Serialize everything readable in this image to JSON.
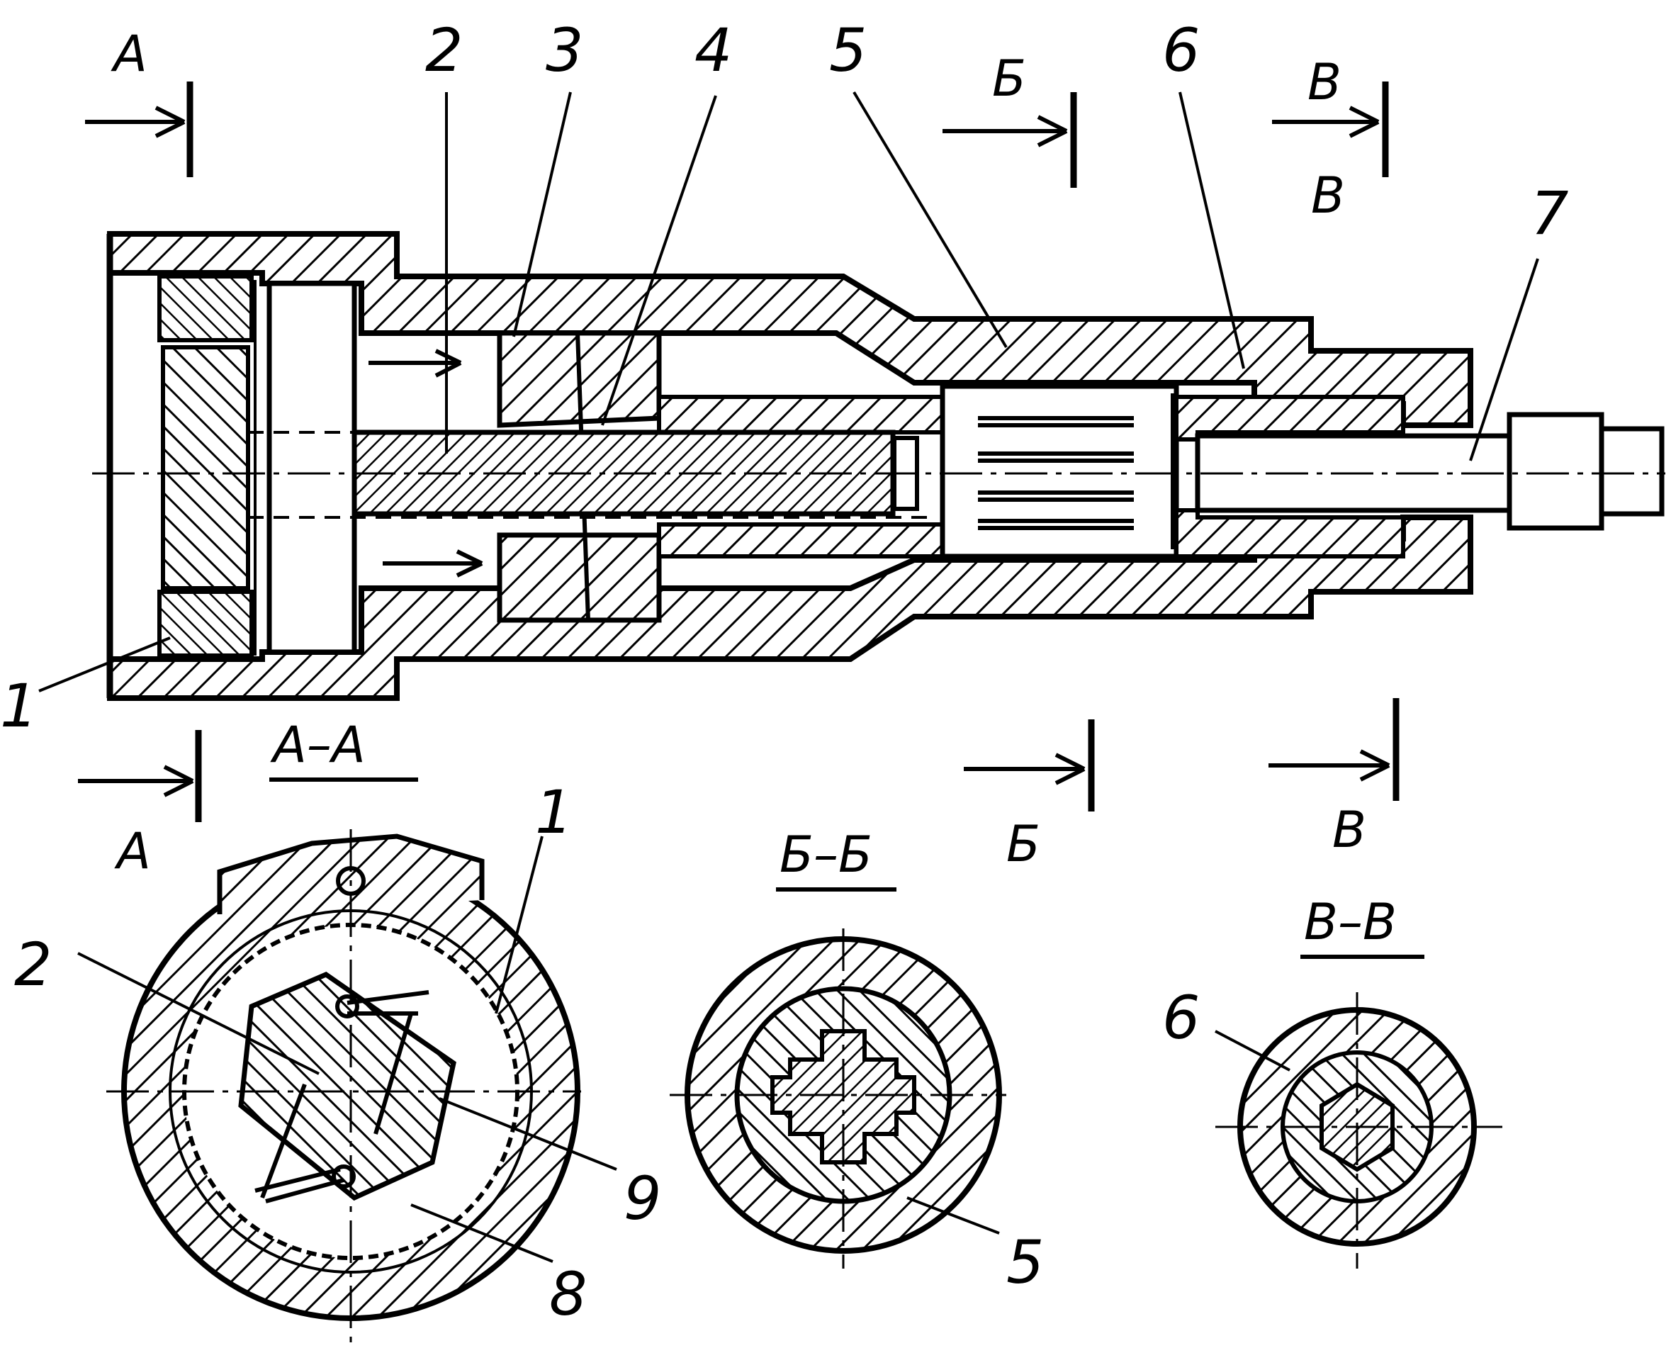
{
  "labels": {
    "part_1": "1",
    "part_2": "2",
    "part_3": "3",
    "part_4": "4",
    "part_5": "5",
    "part_6": "6",
    "part_7": "7",
    "part_8": "8",
    "part_9": "9"
  },
  "section_marks": {
    "a": "А",
    "b": "Б",
    "v": "В"
  },
  "section_titles": {
    "aa": "А–А",
    "bb": "Б–Б",
    "vv": "В–В"
  },
  "colors": {
    "ink": "#000000",
    "paper": "#ffffff"
  }
}
